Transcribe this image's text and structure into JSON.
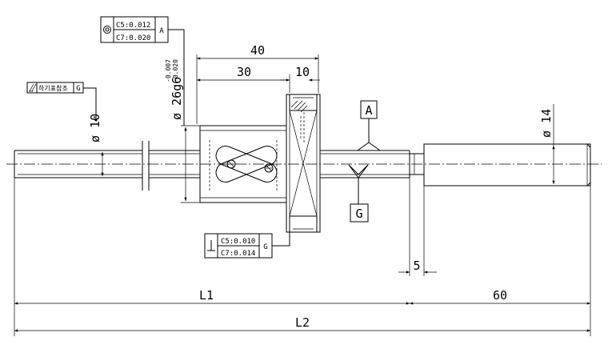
{
  "dimensions": {
    "d40": "40",
    "d30": "30",
    "d10": "10",
    "phi10": "ø 10",
    "phi26": "ø 26g6",
    "phi26_tol_upper": "-0.007",
    "phi26_tol_lower": "-0.020",
    "phi14": "ø 14",
    "d5": "5",
    "L1": "L1",
    "d60": "60",
    "L2": "L2"
  },
  "datums": {
    "A": "A",
    "G": "G"
  },
  "frames": {
    "concentricity": {
      "symbol": "concentricity-icon",
      "line1": "C5:0.012",
      "line2": "C7:0.020",
      "datum": "A"
    },
    "runout": {
      "symbol": "total-runout-icon",
      "note": "하기표참조",
      "datum": "G"
    },
    "perpendicularity": {
      "symbol": "perpendicularity-icon",
      "line1": "C5:0.010",
      "line2": "C7:0.014",
      "datum": "G"
    }
  }
}
